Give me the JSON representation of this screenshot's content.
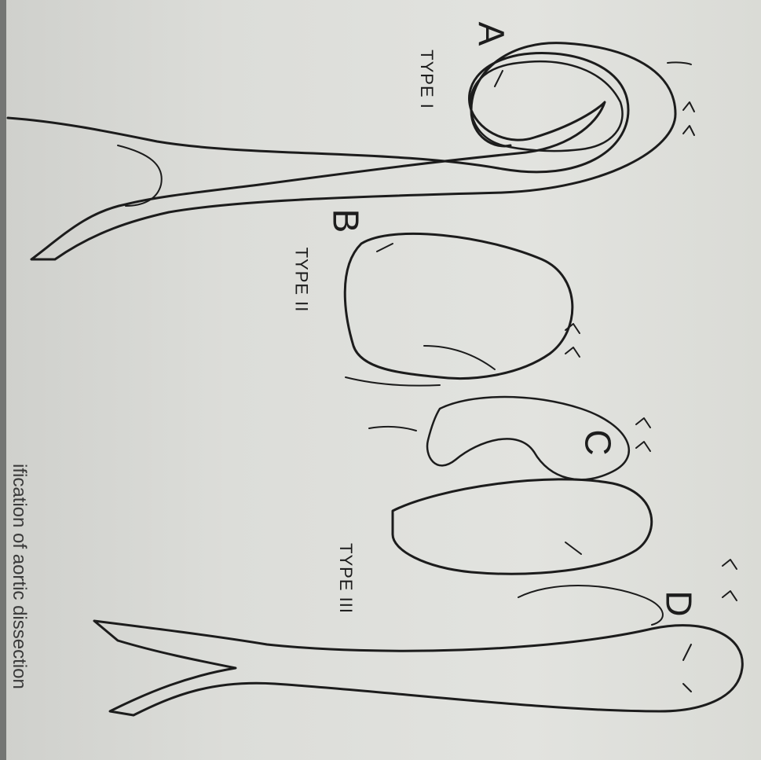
{
  "figure": {
    "panels": [
      {
        "id": "A",
        "letter": "A",
        "type_label": "TYPE I"
      },
      {
        "id": "B",
        "letter": "B",
        "type_label": "TYPE II"
      },
      {
        "id": "C",
        "letter": "C",
        "type_label": ""
      },
      {
        "id": "D",
        "letter": "D",
        "type_label": ""
      }
    ],
    "type_iii_label": "TYPE III",
    "caption_fragment": "ification of aortic dissection"
  }
}
